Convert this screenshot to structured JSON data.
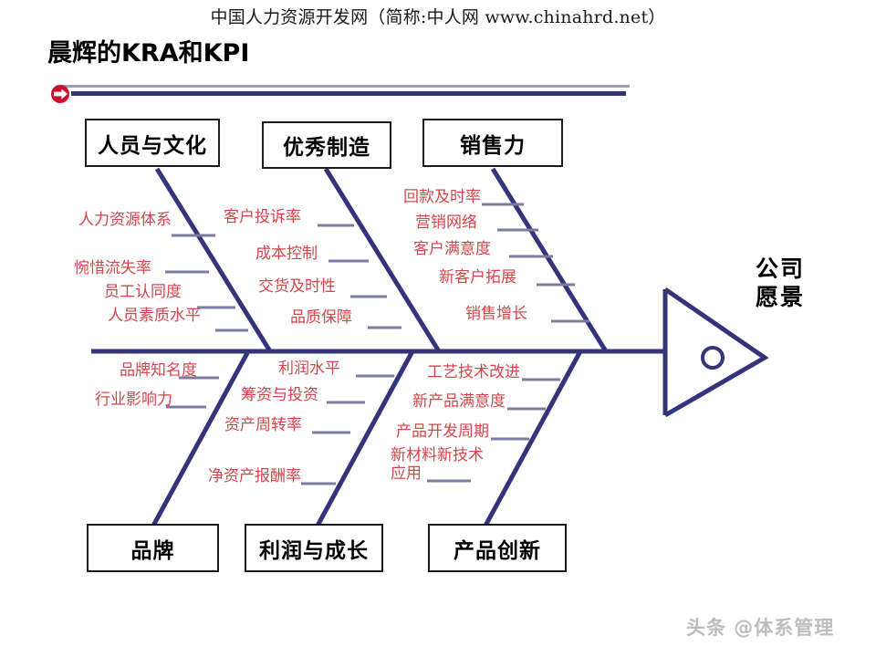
{
  "page": {
    "watermark_top": "中国人力资源开发网（简称:中人网 www.chinahrd.net）",
    "title": "晨辉的KRA和KPI",
    "watermark_bottom": "头条 @体系管理"
  },
  "colors": {
    "bone": "#33347a",
    "cause_text": "#d4454a",
    "box_border": "#1a1a1a",
    "rule_thin": "#9d9dbb",
    "rule_thick": "#33347a",
    "bullet": "#c8102e",
    "subline": "#7b7ba0",
    "watermark": "#bdbdbd"
  },
  "diagram": {
    "type": "fishbone",
    "head": {
      "label": "公司\n愿景",
      "label_line1": "公司",
      "label_line2": "愿景"
    },
    "categories": [
      {
        "id": "people-culture",
        "label": "人员与文化",
        "position": "top",
        "causes": [
          "人力资源体系",
          "惋惜流失率",
          "员工认同度",
          "人员素质水平"
        ]
      },
      {
        "id": "excellent-manufacturing",
        "label": "优秀制造",
        "position": "top",
        "causes": [
          "客户投诉率",
          "成本控制",
          "交货及时性",
          "品质保障"
        ]
      },
      {
        "id": "sales-power",
        "label": "销售力",
        "position": "top",
        "causes": [
          "回款及时率",
          "营销网络",
          "客户满意度",
          "新客户拓展",
          "销售增长"
        ]
      },
      {
        "id": "brand",
        "label": "品牌",
        "position": "bottom",
        "causes": [
          "品牌知名度",
          "行业影响力"
        ]
      },
      {
        "id": "profit-growth",
        "label": "利润与成长",
        "position": "bottom",
        "causes": [
          "利润水平",
          "筹资与投资",
          "资产周转率",
          "净资产报酬率"
        ]
      },
      {
        "id": "product-innovation",
        "label": "产品创新",
        "position": "bottom",
        "causes": [
          "工艺技术改进",
          "新产品满意度",
          "产品开发周期",
          "新材料新技术应用"
        ]
      }
    ]
  }
}
